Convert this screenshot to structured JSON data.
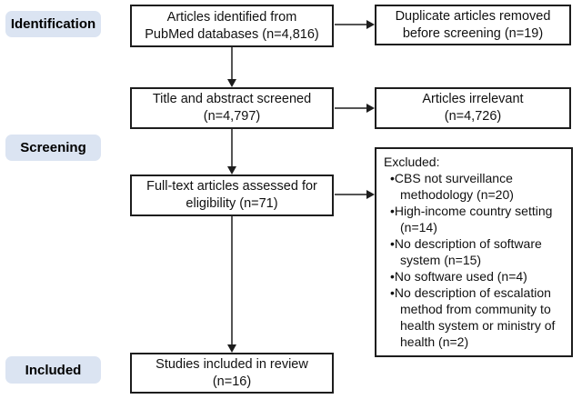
{
  "diagram": {
    "stages": {
      "identification": "Identification",
      "screening": "Screening",
      "included": "Included"
    },
    "boxes": {
      "identified": {
        "line1": "Articles identified from",
        "line2": "PubMed databases (n=4,816)"
      },
      "duplicates": {
        "line1": "Duplicate articles removed",
        "line2": "before screening (n=19)"
      },
      "screened": {
        "line1": "Title and abstract screened",
        "line2": "(n=4,797)"
      },
      "irrelevant": {
        "line1": "Articles irrelevant",
        "line2": "(n=4,726)"
      },
      "fulltext": {
        "line1": "Full-text articles assessed for",
        "line2": "eligibility (n=71)"
      },
      "included": {
        "line1": "Studies included in review",
        "line2": "(n=16)"
      }
    },
    "exclusion": {
      "heading": "Excluded:",
      "items": [
        "CBS not surveillance methodology (n=20)",
        "High-income country setting (n=14)",
        "No description of software system (n=15)",
        "No software used (n=4)",
        "No description of escalation method from community to health system or ministry of health (n=2)"
      ]
    },
    "colors": {
      "stage_label_bg": "#dbe4f2",
      "box_border": "#1d1d1d",
      "arrow": "#1d1d1d"
    }
  }
}
